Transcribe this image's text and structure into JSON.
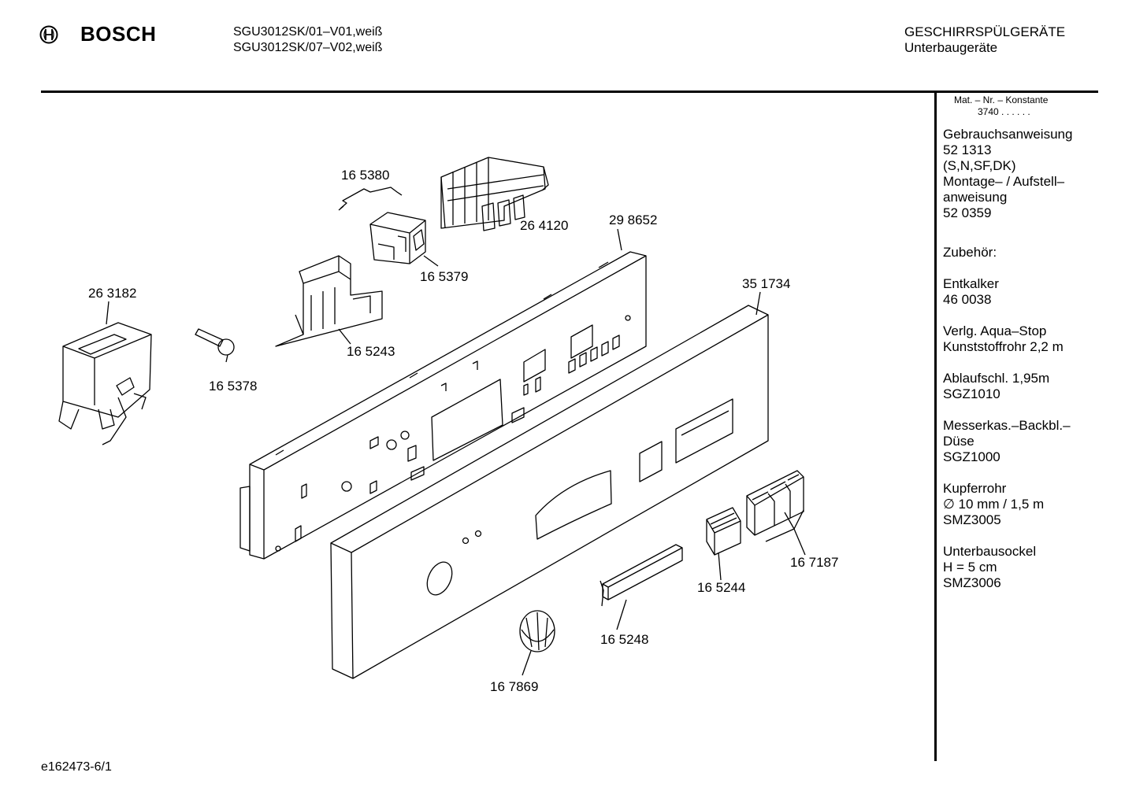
{
  "header": {
    "brand": "BOSCH",
    "models": [
      "SGU3012SK/01–V01,weiß",
      "SGU3012SK/07–V02,weiß"
    ],
    "category_line1": "GESCHIRRSPÜLGERÄTE",
    "category_line2": "Unterbaugeräte"
  },
  "sidebar": {
    "const_label": "Mat. – Nr. – Konstante",
    "const_value": "3740  .  .  .  .  .  .",
    "lines": [
      "Gebrauchsanweisung",
      "52 1313",
      "(S,N,SF,DK)",
      "Montage– / Aufstell–",
      "anweisung",
      "52 0359",
      "",
      "Zubehör:",
      "",
      "Entkalker",
      "46 0038",
      "",
      "Verlg. Aqua–Stop",
      "Kunststoffrohr 2,2 m",
      "",
      "Ablaufschl. 1,95m",
      "SGZ1010",
      "",
      "Messerkas.–Backbl.–",
      "Düse",
      "SGZ1000",
      "",
      "Kupferrohr",
      "∅ 10 mm / 1,5 m",
      "SMZ3005",
      "",
      "Unterbausockel",
      "H = 5 cm",
      "SMZ3006"
    ]
  },
  "parts": {
    "p165380": "16 5380",
    "p264120": "26 4120",
    "p298652": "29 8652",
    "p165379": "16 5379",
    "p263182": "26 3182",
    "p351734": "35 1734",
    "p165243": "16 5243",
    "p165378": "16 5378",
    "p167187": "16 7187",
    "p165244": "16 5244",
    "p165248": "16 5248",
    "p167869": "16 7869"
  },
  "footer": {
    "drawing_id": "e162473-6/1"
  }
}
